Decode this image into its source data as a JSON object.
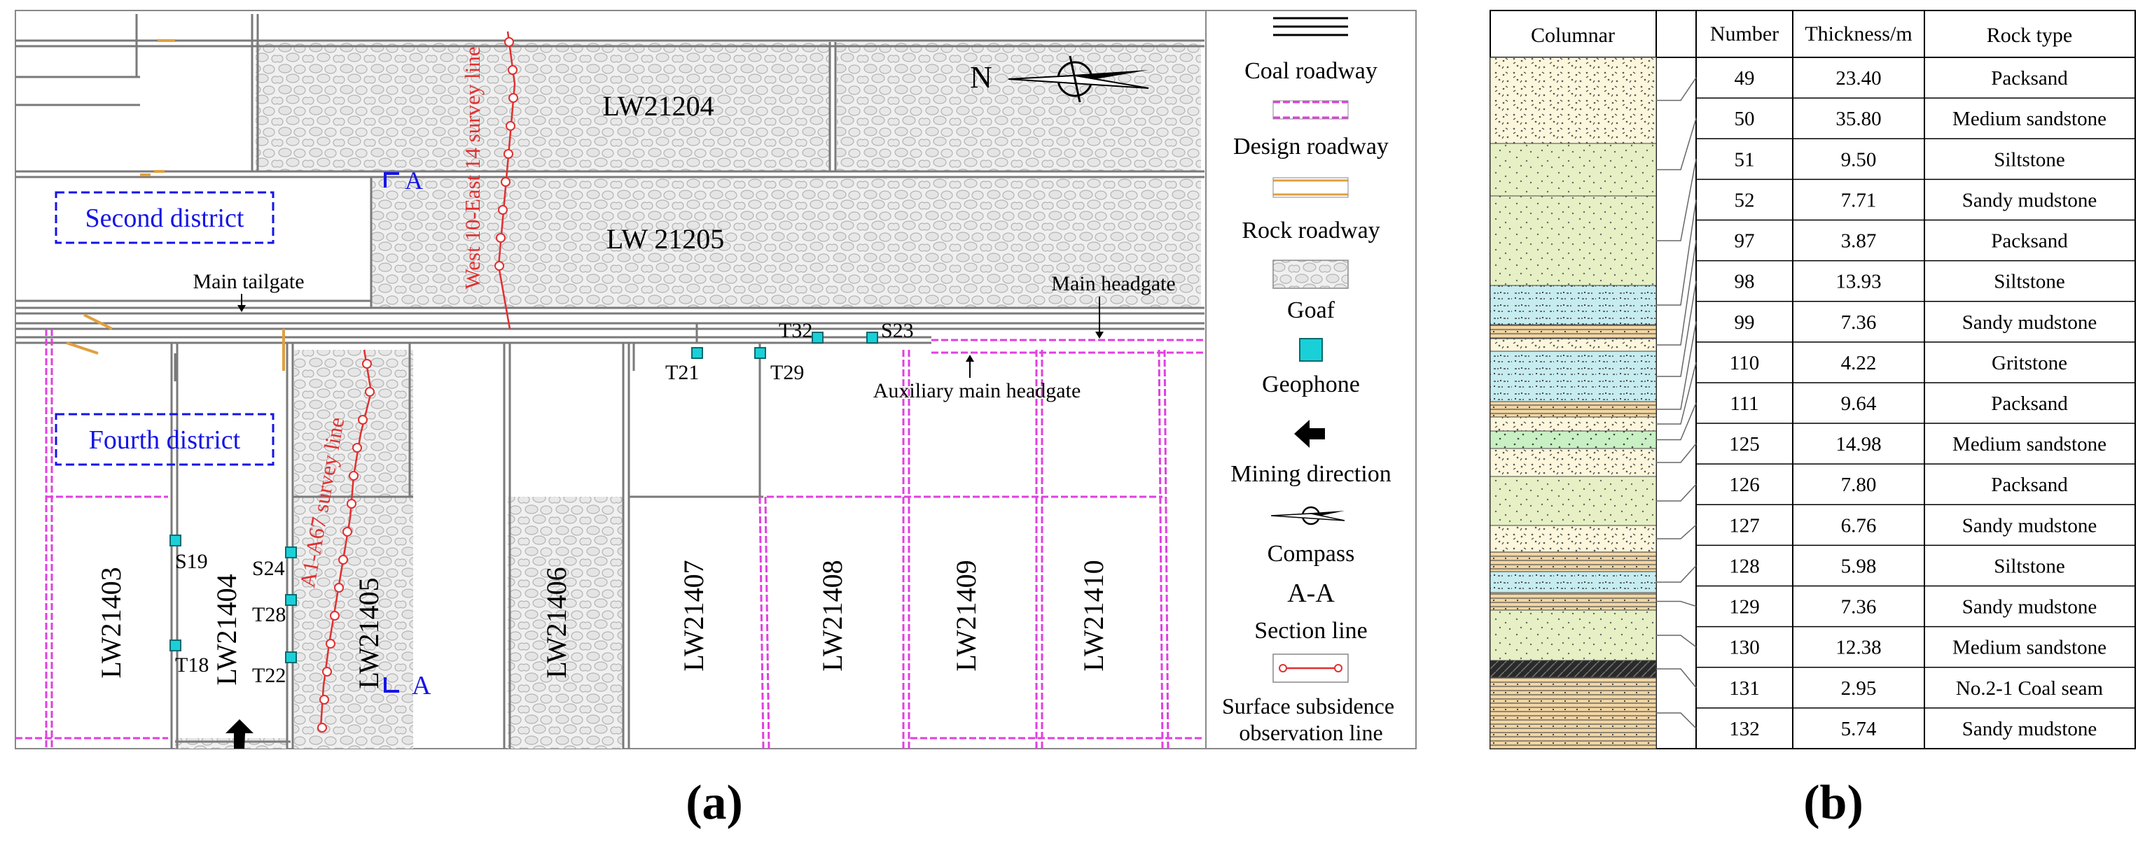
{
  "panel_a": {
    "label_a": "(a)",
    "panels": [
      {
        "id": "LW21204",
        "label": "LW21204"
      },
      {
        "id": "LW21205",
        "label": "LW 21205"
      },
      {
        "id": "LW21403",
        "label": "LW21403"
      },
      {
        "id": "LW21404",
        "label": "LW21404"
      },
      {
        "id": "LW21405",
        "label": "LW21405"
      },
      {
        "id": "LW21406",
        "label": "LW21406"
      },
      {
        "id": "LW21407",
        "label": "LW21407"
      },
      {
        "id": "LW21408",
        "label": "LW21408"
      },
      {
        "id": "LW21409",
        "label": "LW21409"
      },
      {
        "id": "LW21410",
        "label": "LW21410"
      }
    ],
    "districts": {
      "second": "Second district",
      "fourth": "Fourth district"
    },
    "roadway_labels": {
      "main_tailgate": "Main tailgate",
      "main_headgate": "Main headgate",
      "aux_headgate": "Auxiliary main headgate"
    },
    "survey_lines": {
      "west": "West 10-East 14 survey line",
      "a1": "A1-A67 survey line"
    },
    "geophones": [
      "S19",
      "S24",
      "T28",
      "T18",
      "T22",
      "T21",
      "T29",
      "T32",
      "S23"
    ],
    "section_mark": "A",
    "compass_label": "N",
    "legend": [
      {
        "key": "coal",
        "label": "Coal roadway"
      },
      {
        "key": "design",
        "label": "Design roadway"
      },
      {
        "key": "rock",
        "label": "Rock roadway"
      },
      {
        "key": "goaf",
        "label": "Goaf"
      },
      {
        "key": "geophone",
        "label": "Geophone"
      },
      {
        "key": "mining",
        "label": "Mining direction"
      },
      {
        "key": "compass",
        "label": "Compass"
      },
      {
        "key": "section",
        "label": "Section line",
        "symbol": "A-A"
      },
      {
        "key": "subsidence",
        "label": "Surface subsidence observation line"
      }
    ],
    "colors": {
      "coal": "#808080",
      "design": "#e040e0",
      "rock": "#e0a040",
      "geophone": "#1ad0d8",
      "survey": "#e03030",
      "district": "#1414e6",
      "goaf": "#eeeeee"
    }
  },
  "panel_b": {
    "label_b": "(b)",
    "headers": [
      "Columnar",
      "Number",
      "Thickness/m",
      "Rock type"
    ],
    "rows": [
      {
        "number": "49",
        "thickness": "23.40",
        "rock": "Packsand"
      },
      {
        "number": "50",
        "thickness": "35.80",
        "rock": "Medium sandstone"
      },
      {
        "number": "51",
        "thickness": "9.50",
        "rock": "Siltstone"
      },
      {
        "number": "52",
        "thickness": "7.71",
        "rock": "Sandy mudstone"
      },
      {
        "number": "97",
        "thickness": "3.87",
        "rock": "Packsand"
      },
      {
        "number": "98",
        "thickness": "13.93",
        "rock": "Siltstone"
      },
      {
        "number": "99",
        "thickness": "7.36",
        "rock": "Sandy mudstone"
      },
      {
        "number": "110",
        "thickness": "4.22",
        "rock": "Gritstone"
      },
      {
        "number": "111",
        "thickness": "9.64",
        "rock": "Packsand"
      },
      {
        "number": "125",
        "thickness": "14.98",
        "rock": "Medium sandstone"
      },
      {
        "number": "126",
        "thickness": "7.80",
        "rock": "Packsand"
      },
      {
        "number": "127",
        "thickness": "6.76",
        "rock": "Sandy mudstone"
      },
      {
        "number": "128",
        "thickness": "5.98",
        "rock": "Siltstone"
      },
      {
        "number": "129",
        "thickness": "7.36",
        "rock": "Sandy mudstone"
      },
      {
        "number": "130",
        "thickness": "12.38",
        "rock": "Medium sandstone"
      },
      {
        "number": "131",
        "thickness": "2.95",
        "rock": "No.2-1 Coal seam"
      },
      {
        "number": "132",
        "thickness": "5.74",
        "rock": "Sandy mudstone"
      }
    ],
    "colors": {
      "packsand": "#fcf6dc",
      "medium": "#e6f0c4",
      "silt": "#c6ecf0",
      "mudstone": "#f2d6a2",
      "grit": "#d8f4f4",
      "coal": "#262626",
      "medium2": "#c8f0c4"
    }
  }
}
